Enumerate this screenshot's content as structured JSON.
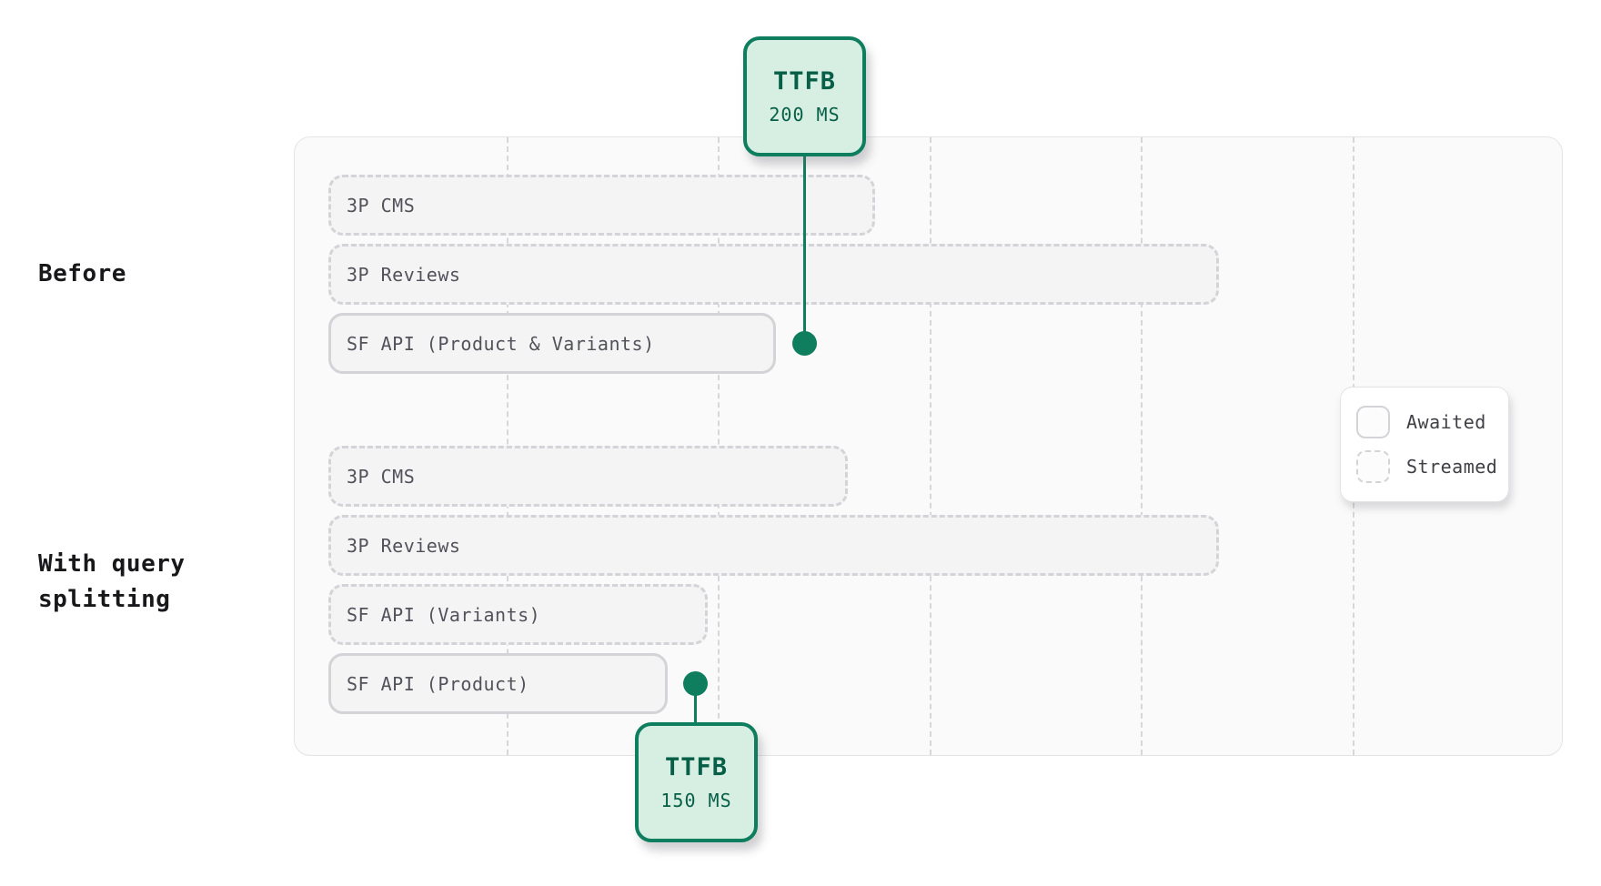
{
  "colors": {
    "accent_green": "#0f7e5e",
    "accent_green_fill": "#d7eee3",
    "accent_green_text": "#065f46",
    "bar_fill": "#f4f4f5",
    "bar_border": "#d4d4d8",
    "panel_fill": "#fafafa",
    "panel_border": "#e4e4e7",
    "section_label_color": "#18181b",
    "bar_label_color": "#52525b"
  },
  "sections": [
    {
      "label": "Before",
      "bars": [
        {
          "label": "3P CMS",
          "style": "streamed"
        },
        {
          "label": "3P Reviews",
          "style": "streamed"
        },
        {
          "label": "SF API (Product & Variants)",
          "style": "awaited"
        }
      ],
      "ttfb": {
        "title": "TTFB",
        "value": "200 MS"
      }
    },
    {
      "label": "With query splitting",
      "bars": [
        {
          "label": "3P CMS",
          "style": "streamed"
        },
        {
          "label": "3P Reviews",
          "style": "streamed"
        },
        {
          "label": "SF API (Variants)",
          "style": "streamed"
        },
        {
          "label": "SF API (Product)",
          "style": "awaited"
        }
      ],
      "ttfb": {
        "title": "TTFB",
        "value": "150 MS"
      }
    }
  ],
  "legend": {
    "items": [
      {
        "label": "Awaited",
        "swatch": "solid"
      },
      {
        "label": "Streamed",
        "swatch": "dashed"
      }
    ]
  }
}
